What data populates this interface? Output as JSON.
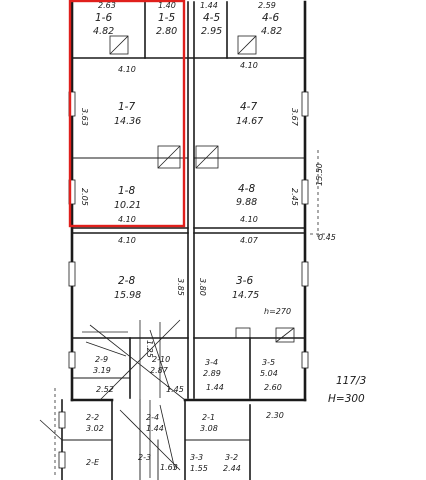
{
  "plan": {
    "notes": {
      "level": "117/3",
      "height": "H=300",
      "right_dim_total": "15.50",
      "right_dim_small": "0.45",
      "stair_label": "h=270"
    },
    "rooms": [
      {
        "id": "r16",
        "number": "1-6",
        "area": "4.82"
      },
      {
        "id": "r15",
        "number": "1-5",
        "area": "2.80"
      },
      {
        "id": "r45",
        "number": "4-5",
        "area": "2.95"
      },
      {
        "id": "r46",
        "number": "4-6",
        "area": "4.82"
      },
      {
        "id": "r17",
        "number": "1-7",
        "area": "14.36"
      },
      {
        "id": "r47",
        "number": "4-7",
        "area": "14.67"
      },
      {
        "id": "r18",
        "number": "1-8",
        "area": "10.21"
      },
      {
        "id": "r48",
        "number": "4-8",
        "area": "9.88"
      },
      {
        "id": "r28",
        "number": "2-8",
        "area": "15.98"
      },
      {
        "id": "r36",
        "number": "3-6",
        "area": "14.75"
      },
      {
        "id": "r34",
        "number": "3-4",
        "area": "2.89"
      },
      {
        "id": "r35",
        "number": "3-5",
        "area": "5.04"
      },
      {
        "id": "r29",
        "number": "2-9",
        "area": "3.19"
      },
      {
        "id": "r210",
        "number": "2-10",
        "area": "2.87"
      },
      {
        "id": "r22",
        "number": "2-2",
        "area": "3.02"
      },
      {
        "id": "r21",
        "number": "2-1",
        "area": "3.08"
      },
      {
        "id": "r24",
        "number": "2-4",
        "area": "1.44"
      },
      {
        "id": "r23",
        "number": "2-3",
        "area": "1.63"
      },
      {
        "id": "r33",
        "number": "3-3",
        "area": "1.55"
      },
      {
        "id": "r32",
        "number": "3-2",
        "area": "2.44"
      },
      {
        "id": "r2e",
        "number": "2-E",
        "area": ""
      }
    ],
    "dims": {
      "top_left": "2.63",
      "top_mid": "1.40",
      "top_r1": "1.44",
      "top_r2": "2.59",
      "h_410_a": "4.10",
      "h_410_b": "4.10",
      "h_410_c": "4.10",
      "h_410_d": "4.10",
      "h_410_e": "4.10",
      "h_407": "4.07",
      "v_363": "3.63",
      "v_367": "3.67",
      "v_205": "2.05",
      "v_245": "2.45",
      "v_385": "3.85",
      "v_380": "3.80",
      "bot_252": "2.52",
      "bot_145": "1.45",
      "bot_144": "1.44",
      "bot_260": "2.60",
      "bot_230": "2.30",
      "v_125": "1.25"
    }
  }
}
